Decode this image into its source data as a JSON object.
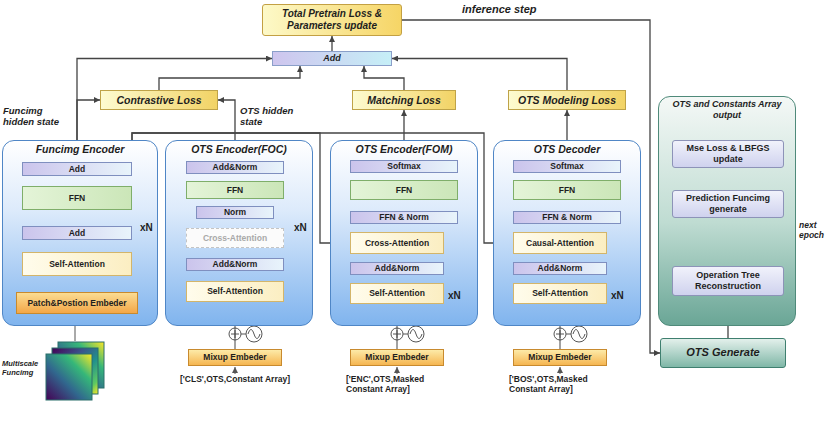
{
  "diagram": {
    "nodes": [
      {
        "text": [
          "Total Pretrain Loss & Parameters update"
        ]
      },
      {
        "text": [
          "Add"
        ]
      },
      {
        "text": [
          "Contrastive Loss"
        ]
      },
      {
        "text": [
          "Matching Loss"
        ]
      },
      {
        "text": [
          "OTS Modeling Loss"
        ]
      },
      {
        "text": [
          "Funcimg Encoder"
        ]
      },
      {
        "text": [
          "Add"
        ],
        "in": 5
      },
      {
        "text": [
          "FFN"
        ],
        "in": 5
      },
      {
        "text": [
          "Add"
        ],
        "in": 5
      },
      {
        "text": [
          "Self-Attention"
        ],
        "in": 5
      },
      {
        "text": [
          "Patch&Postion Embeder"
        ],
        "in": 5
      },
      {
        "text": [
          "OTS Encoder(FOC)"
        ]
      },
      {
        "text": [
          "Add&Norm"
        ],
        "in": 11
      },
      {
        "text": [
          "FFN"
        ],
        "in": 11
      },
      {
        "text": [
          "Norm"
        ],
        "in": 11
      },
      {
        "text": [
          "Cross-Attention"
        ],
        "in": 11
      },
      {
        "text": [
          "Add&Norm"
        ],
        "in": 11
      },
      {
        "text": [
          "Self-Attention"
        ],
        "in": 11
      },
      {
        "text": [
          "OTS Encoder(FOM)"
        ]
      },
      {
        "text": [
          "Softmax"
        ],
        "in": 18
      },
      {
        "text": [
          "FFN"
        ],
        "in": 18
      },
      {
        "text": [
          "FFN & Norm"
        ],
        "in": 18
      },
      {
        "text": [
          "Cross-Attention"
        ],
        "in": 18
      },
      {
        "text": [
          "Add&Norm"
        ],
        "in": 18
      },
      {
        "text": [
          "Self-Attention"
        ],
        "in": 18
      },
      {
        "text": [
          "OTS Decoder"
        ]
      },
      {
        "text": [
          "Softmax"
        ],
        "in": 25
      },
      {
        "text": [
          "FFN"
        ],
        "in": 25
      },
      {
        "text": [
          "FFN & Norm"
        ],
        "in": 25
      },
      {
        "text": [
          "Causal-Attention"
        ],
        "in": 25
      },
      {
        "text": [
          "Add&Norm"
        ],
        "in": 25
      },
      {
        "text": [
          "Self-Attention"
        ],
        "in": 25
      },
      {
        "text": [
          "Mixup Embeder"
        ]
      },
      {
        "text": [
          "Mixup Embeder"
        ]
      },
      {
        "text": [
          "Mixup Embeder"
        ]
      },
      {
        "text": [
          "OTS and Constants Array output"
        ]
      },
      {
        "text": [
          "Mse Loss & LBFGS update"
        ],
        "in": 35
      },
      {
        "text": [
          "Prediction Funcimg generate"
        ],
        "in": 35
      },
      {
        "text": [
          "Operation Tree Reconstruction"
        ],
        "in": 35
      },
      {
        "text": [
          "OTS Generate"
        ]
      }
    ],
    "edges": [
      {
        "from": 5,
        "to": 2,
        "arrow": "to"
      },
      {
        "from": 5,
        "to": 1,
        "arrow": "to"
      },
      {
        "from": 11,
        "to": 2,
        "arrow": "to"
      },
      {
        "from": 5,
        "to": 22,
        "arrow": "to"
      },
      {
        "from": 5,
        "to": 29,
        "arrow": "to"
      },
      {
        "from": 18,
        "to": 3,
        "arrow": "to"
      },
      {
        "from": 25,
        "to": 4,
        "arrow": "to"
      },
      {
        "from": 2,
        "to": 1,
        "arrow": "to"
      },
      {
        "from": 3,
        "to": 1,
        "arrow": "to"
      },
      {
        "from": 4,
        "to": 1,
        "arrow": "to"
      },
      {
        "from": 1,
        "to": 0,
        "arrow": "to"
      },
      {
        "from": 0,
        "to": 39,
        "arrow": "to",
        "label": "inference step"
      },
      {
        "from": 39,
        "to": 38,
        "arrow": "to"
      },
      {
        "from": 38,
        "to": 37,
        "arrow": "to"
      },
      {
        "from": 37,
        "to": 36,
        "arrow": "to"
      },
      {
        "from": 36,
        "to": 38,
        "arrow": "to",
        "label": "next epoch"
      },
      {
        "from": 10,
        "to": 9,
        "arrow": "to"
      },
      {
        "from": 9,
        "to": 8,
        "arrow": "to"
      },
      {
        "from": 8,
        "to": 7,
        "arrow": "to"
      },
      {
        "from": 7,
        "to": 6,
        "arrow": "to"
      },
      {
        "from": 32,
        "to": 17,
        "arrow": "to"
      },
      {
        "from": 17,
        "to": 16,
        "arrow": "to"
      },
      {
        "from": 16,
        "to": 15,
        "arrow": "to"
      },
      {
        "from": 15,
        "to": 14,
        "arrow": "to"
      },
      {
        "from": 14,
        "to": 13,
        "arrow": "to"
      },
      {
        "from": 13,
        "to": 12,
        "arrow": "to"
      },
      {
        "from": 33,
        "to": 24,
        "arrow": "to"
      },
      {
        "from": 24,
        "to": 23,
        "arrow": "to"
      },
      {
        "from": 23,
        "to": 22,
        "arrow": "to"
      },
      {
        "from": 22,
        "to": 21,
        "arrow": "to"
      },
      {
        "from": 21,
        "to": 20,
        "arrow": "to"
      },
      {
        "from": 20,
        "to": 19,
        "arrow": "to"
      },
      {
        "from": 34,
        "to": 31,
        "arrow": "to"
      },
      {
        "from": 31,
        "to": 30,
        "arrow": "to"
      },
      {
        "from": 30,
        "to": 29,
        "arrow": "to"
      },
      {
        "from": 29,
        "to": 28,
        "arrow": "to"
      },
      {
        "from": 28,
        "to": 27,
        "arrow": "to"
      },
      {
        "from": 27,
        "to": 26,
        "arrow": "to"
      }
    ],
    "labels": [
      "Funcimg hidden state",
      "OTS hidden state",
      "xN",
      "xN",
      "xN",
      "xN",
      "Multiscale Funcimg",
      "['CLS',OTS,Constant Array]",
      "['ENC',OTS,Masked Constant Array]",
      "['BOS',OTS,Masked Constant Array]"
    ]
  }
}
